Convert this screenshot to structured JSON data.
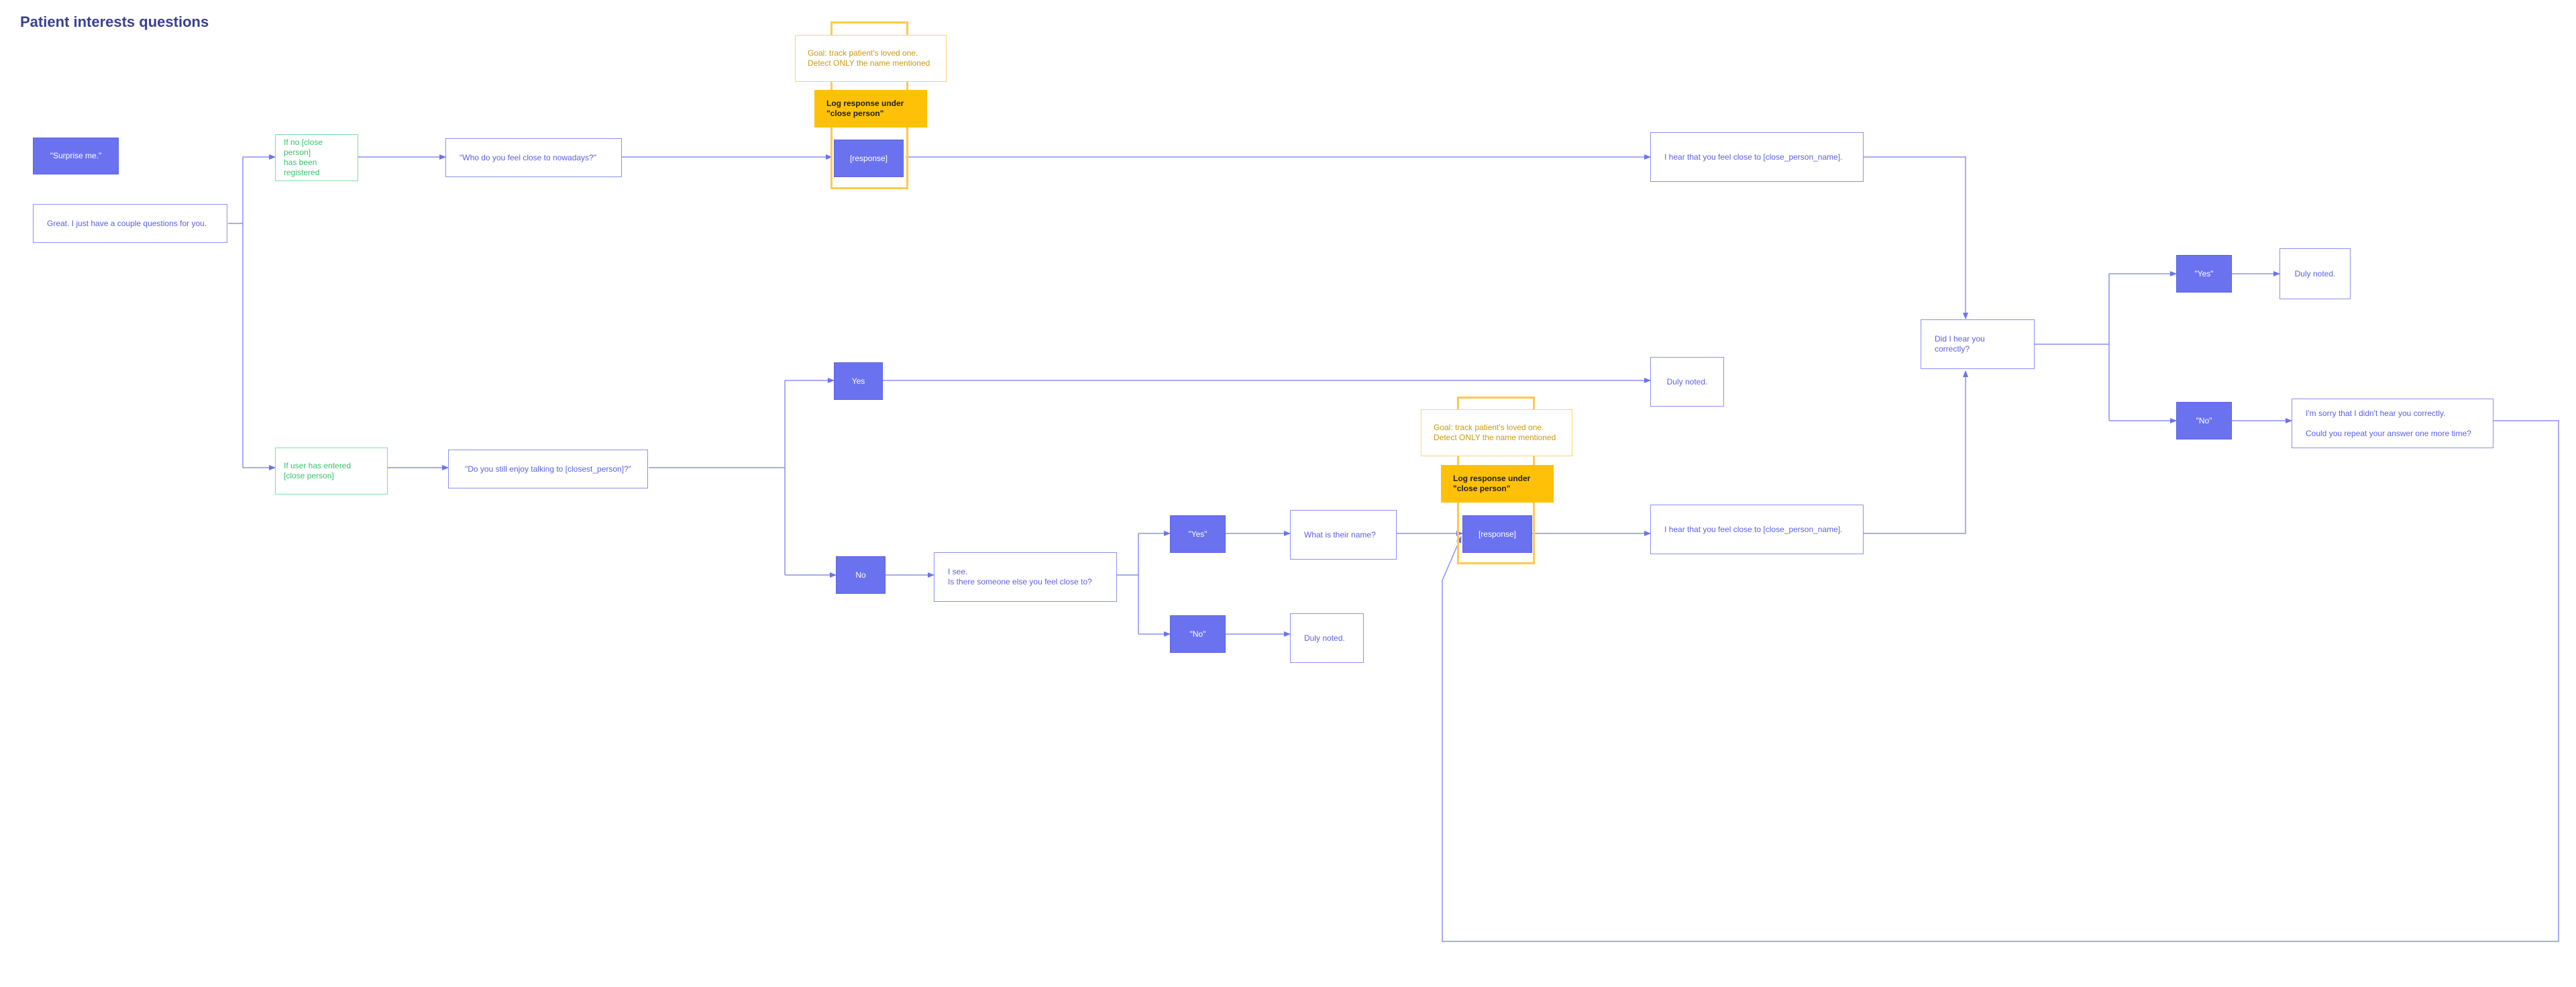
{
  "title": "Patient interests questions",
  "colors": {
    "accent": "#6b72f0",
    "line": "#8b8ff0",
    "condition_green": "#36c26a",
    "goal_text": "#c99a10",
    "log_fill": "#ffc107"
  },
  "nodes": {
    "surprise": "\"Surprise me.\"",
    "great": "Great. I just have a couple questions for you.",
    "cond_no_close": "If no [close person]\nhas been registered",
    "who_close": "\"Who do you feel close to nowadays?\"",
    "goal_1": "Goal: track patient's loved one.\nDetect ONLY the name mentioned",
    "log_1": "Log response under\n\"close person\"",
    "response_1": "[response]",
    "hear_1": "I hear that you feel close to [close_person_name].",
    "cond_entered": "If user has entered\n[close person]",
    "still_enjoy": "\"Do you still enjoy talking to [closest_person]?\"",
    "yes_1": "Yes",
    "duly_1": "Duly noted.",
    "no_1": "No",
    "i_see": "I see.\nIs there someone else you feel close to?",
    "yes_2": "\"Yes\"",
    "what_name": "What is their name?",
    "no_2": "\"No\"",
    "duly_2": "Duly noted.",
    "goal_2": "Goal: track patient's loved one.\nDetect ONLY the name mentioned",
    "log_2": "Log response under\n\"close person\"",
    "response_2": "[response]",
    "hear_2": "I hear that you feel close to [close_person_name].",
    "did_hear": "Did I hear you correctly?",
    "yes_3": "\"Yes\"",
    "duly_3": "Duly noted.",
    "no_3": "\"No\"",
    "sorry": "I'm sorry that I didn't hear you correctly.\n\nCould you repeat your answer one more time?"
  }
}
